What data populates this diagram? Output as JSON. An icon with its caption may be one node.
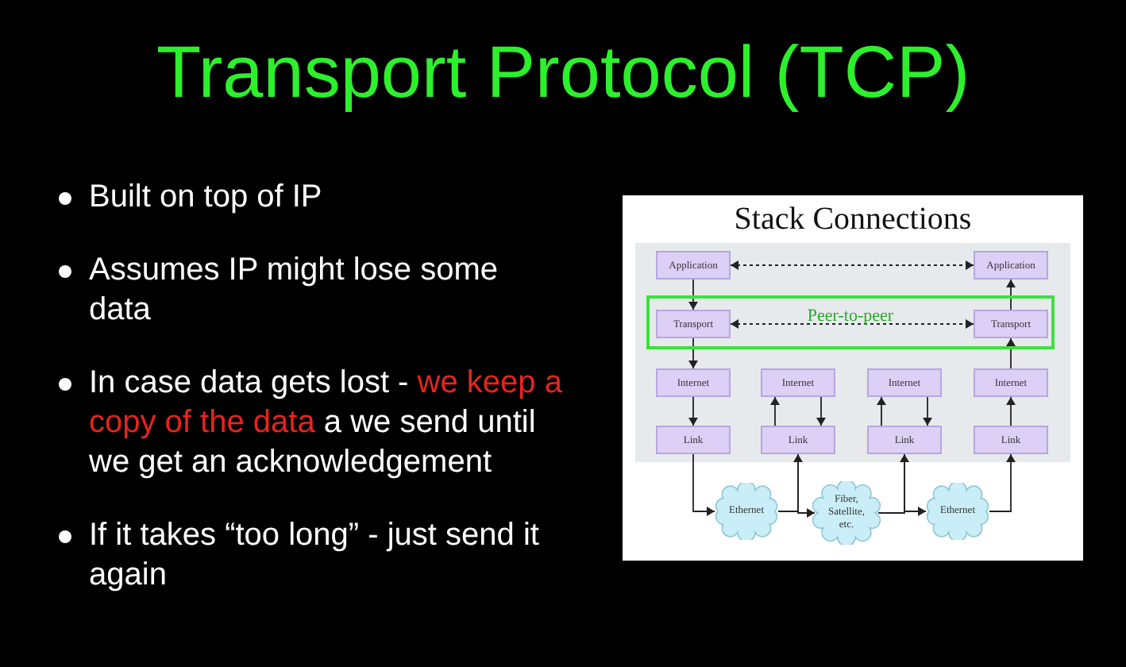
{
  "diagram": {
    "title": "Transport Protocol (TCP)",
    "nodes": [
      {
        "text": [
          "Application"
        ]
      },
      {
        "text": [
          "Application"
        ]
      },
      {
        "text": [
          "Peer-to-peer"
        ]
      },
      {
        "text": [
          "Transport"
        ],
        "in": 2
      },
      {
        "text": [
          "Transport"
        ],
        "in": 2
      },
      {
        "text": [
          "Internet"
        ]
      },
      {
        "text": [
          "Internet"
        ]
      },
      {
        "text": [
          "Internet"
        ]
      },
      {
        "text": [
          "Internet"
        ]
      },
      {
        "text": [
          "Link"
        ]
      },
      {
        "text": [
          "Link"
        ]
      },
      {
        "text": [
          "Link"
        ]
      },
      {
        "text": [
          "Link"
        ]
      },
      {
        "text": [
          "Ethernet"
        ]
      },
      {
        "text": [
          "Fiber, Satellite, etc."
        ]
      },
      {
        "text": [
          "Ethernet"
        ]
      }
    ],
    "edges": [
      {
        "from": 0,
        "to": 1,
        "arrow": "both",
        "style": "dashed"
      },
      {
        "from": 3,
        "to": 4,
        "arrow": "both",
        "style": "dashed"
      },
      {
        "from": 0,
        "to": 3,
        "arrow": "to"
      },
      {
        "from": 3,
        "to": 5,
        "arrow": "to"
      },
      {
        "from": 5,
        "to": 9,
        "arrow": "to"
      },
      {
        "from": 9,
        "to": 13,
        "arrow": "to"
      },
      {
        "from": 13,
        "to": 10,
        "arrow": "to"
      },
      {
        "from": 10,
        "to": 6,
        "arrow": "to"
      },
      {
        "from": 6,
        "to": 10,
        "arrow": "to"
      },
      {
        "from": 10,
        "to": 14,
        "arrow": "to"
      },
      {
        "from": 14,
        "to": 11,
        "arrow": "to"
      },
      {
        "from": 11,
        "to": 7,
        "arrow": "to"
      },
      {
        "from": 7,
        "to": 11,
        "arrow": "to"
      },
      {
        "from": 11,
        "to": 15,
        "arrow": "to"
      },
      {
        "from": 15,
        "to": 12,
        "arrow": "to"
      },
      {
        "from": 12,
        "to": 8,
        "arrow": "to"
      },
      {
        "from": 8,
        "to": 4,
        "arrow": "to"
      },
      {
        "from": 4,
        "to": 1,
        "arrow": "to"
      }
    ],
    "labels": [
      "Built on top of IP",
      "Assumes IP might lose some data",
      "In case data gets lost - **we keep a copy of the data** a we send until we get an acknowledgement",
      "If it takes “too long” - just send it again",
      "Stack Connections"
    ]
  }
}
